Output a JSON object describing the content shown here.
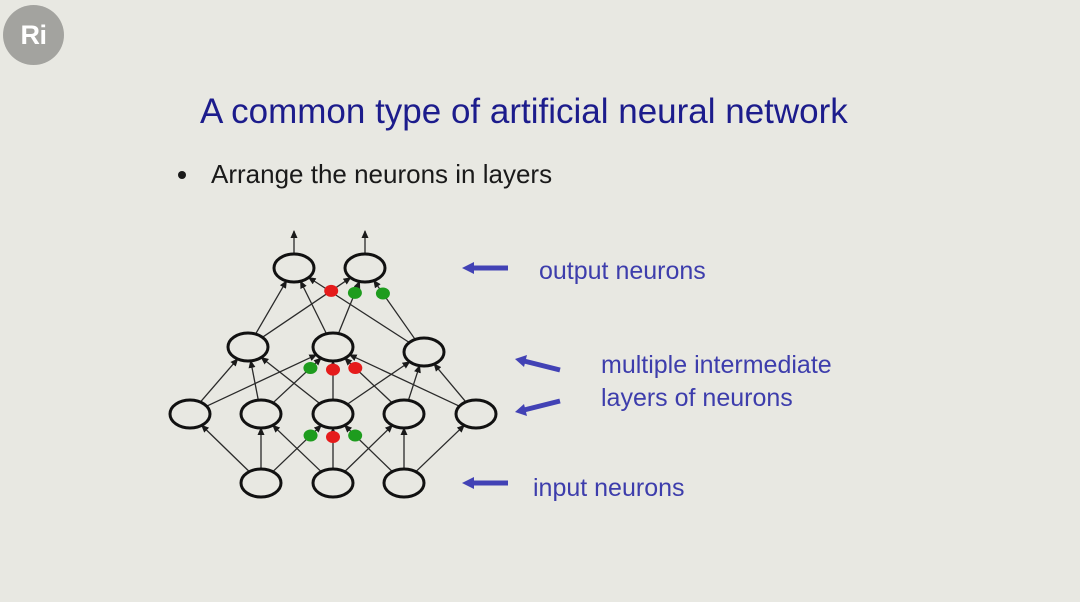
{
  "logo": {
    "text": "Ri"
  },
  "slide": {
    "title": "A common type of artificial neural network",
    "bullets": [
      "Arrange the neurons in layers"
    ]
  },
  "labels": {
    "output": "output neurons",
    "intermediate_line1": "multiple intermediate",
    "intermediate_line2": "layers of neurons",
    "input": "input neurons"
  },
  "colors": {
    "background": "#e8e8e2",
    "title": "#1c1c8c",
    "label": "#3d3dac",
    "arrow": "#4242b5",
    "inhibitory_dot": "#e51b1b",
    "excitatory_dot": "#1e9c1e",
    "logo": "#a3a39f"
  },
  "network": {
    "layers": [
      {
        "name": "input",
        "neurons": 3
      },
      {
        "name": "hidden1",
        "neurons": 5
      },
      {
        "name": "hidden2",
        "neurons": 3
      },
      {
        "name": "output",
        "neurons": 2
      }
    ],
    "connections": [
      {
        "from": "input.0",
        "to": "hidden1.0"
      },
      {
        "from": "input.0",
        "to": "hidden1.1"
      },
      {
        "from": "input.0",
        "to": "hidden1.2",
        "weight": "excitatory"
      },
      {
        "from": "input.1",
        "to": "hidden1.1"
      },
      {
        "from": "input.1",
        "to": "hidden1.2",
        "weight": "inhibitory"
      },
      {
        "from": "input.1",
        "to": "hidden1.3"
      },
      {
        "from": "input.2",
        "to": "hidden1.2",
        "weight": "excitatory"
      },
      {
        "from": "input.2",
        "to": "hidden1.3"
      },
      {
        "from": "input.2",
        "to": "hidden1.4"
      },
      {
        "from": "hidden1.0",
        "to": "hidden2.0"
      },
      {
        "from": "hidden1.0",
        "to": "hidden2.1"
      },
      {
        "from": "hidden1.1",
        "to": "hidden2.0"
      },
      {
        "from": "hidden1.1",
        "to": "hidden2.1",
        "weight": "excitatory"
      },
      {
        "from": "hidden1.2",
        "to": "hidden2.0"
      },
      {
        "from": "hidden1.2",
        "to": "hidden2.1",
        "weight": "inhibitory"
      },
      {
        "from": "hidden1.2",
        "to": "hidden2.2"
      },
      {
        "from": "hidden1.3",
        "to": "hidden2.1",
        "weight": "inhibitory"
      },
      {
        "from": "hidden1.3",
        "to": "hidden2.2"
      },
      {
        "from": "hidden1.4",
        "to": "hidden2.1"
      },
      {
        "from": "hidden1.4",
        "to": "hidden2.2"
      },
      {
        "from": "hidden2.0",
        "to": "output.0"
      },
      {
        "from": "hidden2.0",
        "to": "output.1",
        "weight": "inhibitory"
      },
      {
        "from": "hidden2.1",
        "to": "output.0"
      },
      {
        "from": "hidden2.1",
        "to": "output.1",
        "weight": "excitatory"
      },
      {
        "from": "hidden2.2",
        "to": "output.0"
      },
      {
        "from": "hidden2.2",
        "to": "output.1",
        "weight": "excitatory"
      }
    ],
    "output_arrows": [
      "output.0",
      "output.1"
    ]
  }
}
